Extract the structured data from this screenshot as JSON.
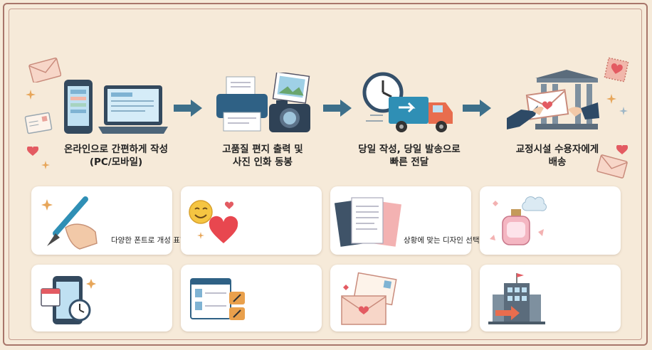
{
  "steps": [
    {
      "label": "온라인으로 간편하게 작성\n(PC/모바일)",
      "icon": "phone-laptop-icon"
    },
    {
      "label": "고품질 편지 출력 및\n사진 인화 동봉",
      "icon": "printer-camera-icon"
    },
    {
      "label": "당일 작성, 당일 발송으로\n빠른 전달",
      "icon": "clock-truck-icon"
    },
    {
      "label": "교정시설 수용자에게\n배송",
      "icon": "hand-letter-building-icon"
    }
  ],
  "features": [
    {
      "text": "다양한 폰트로 개성 표현",
      "icon": "pen-hand-icon"
    },
    {
      "text": "",
      "icon": "smiley-heart-icon"
    },
    {
      "text": "상황에 맞는 디자인 선택",
      "icon": "papers-icon"
    },
    {
      "text": "",
      "icon": "perfume-icon"
    },
    {
      "text": "",
      "icon": "phone-calendar-icon"
    },
    {
      "text": "",
      "icon": "editor-icon"
    },
    {
      "text": "",
      "icon": "envelopes-icon"
    },
    {
      "text": "",
      "icon": "facility-icon"
    }
  ],
  "colors": {
    "background": "#f6ead9",
    "frame": "#a8766a",
    "arrow": "#3d6f8a",
    "card": "#ffffff"
  }
}
